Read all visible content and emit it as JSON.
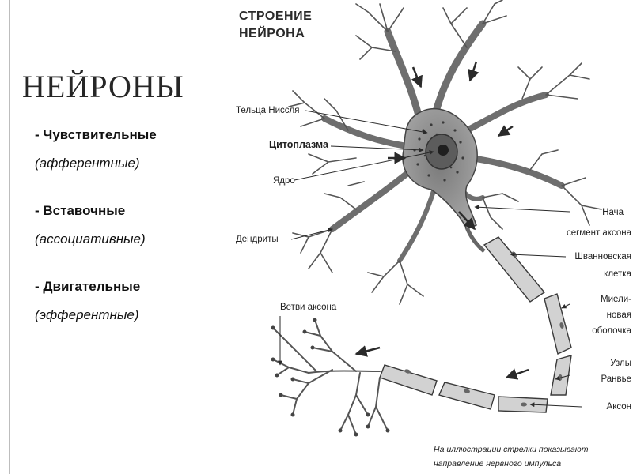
{
  "slide": {
    "title": "НЕЙРОНЫ",
    "types": [
      {
        "name": "- Чувствительные",
        "sub": "(афферентные)"
      },
      {
        "name": "- Вставочные",
        "sub": "(ассоциативные)"
      },
      {
        "name": "- Двигательные",
        "sub": "(эфферентные)"
      }
    ]
  },
  "diagram": {
    "title_line1": "СТРОЕНИЕ",
    "title_line2": "НЕЙРОНА",
    "labels": {
      "nissl": "Тельца Ниссля",
      "cytoplasm": "Цитоплазма",
      "nucleus": "Ядро",
      "dendrites": "Дендриты",
      "axon_branches": "Ветви аксона",
      "initial_1": "Нача",
      "initial_2": "сегмент аксона",
      "schwann_1": "Шванновская",
      "schwann_2": "клетка",
      "myelin_1": "Миели-",
      "myelin_2": "новая",
      "myelin_3": "оболочка",
      "ranvier_1": "Узлы",
      "ranvier_2": "Ранвье",
      "axon": "Аксон"
    },
    "caption_line1": "На иллюстрации стрелки показывают",
    "caption_line2": "направление нервного импульса"
  },
  "colors": {
    "cell_body": "#8a8a8a",
    "myelin": "#cfcfcf",
    "outline": "#3a3a3a",
    "text": "#222222"
  }
}
